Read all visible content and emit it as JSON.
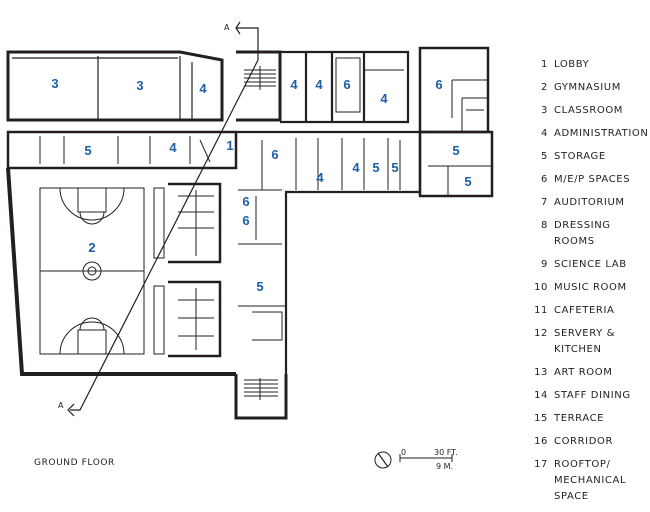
{
  "rooms": [
    {
      "id": "classroom-a",
      "label": "3"
    },
    {
      "id": "classroom-b",
      "label": "3"
    },
    {
      "id": "admin-west",
      "label": "4"
    },
    {
      "id": "admin-n1",
      "label": "4"
    },
    {
      "id": "admin-n2",
      "label": "4"
    },
    {
      "id": "mep-n",
      "label": "6"
    },
    {
      "id": "admin-n3",
      "label": "4"
    },
    {
      "id": "mep-ne",
      "label": "6"
    },
    {
      "id": "storage-w",
      "label": "5"
    },
    {
      "id": "admin-mid",
      "label": "4"
    },
    {
      "id": "lobby",
      "label": "1"
    },
    {
      "id": "mep-c",
      "label": "6"
    },
    {
      "id": "admin-c1",
      "label": "4"
    },
    {
      "id": "admin-c2",
      "label": "4"
    },
    {
      "id": "storage-c1",
      "label": "5"
    },
    {
      "id": "storage-c2",
      "label": "5"
    },
    {
      "id": "storage-e1",
      "label": "5"
    },
    {
      "id": "storage-e2",
      "label": "5"
    },
    {
      "id": "gymnasium",
      "label": "2"
    },
    {
      "id": "mep-s1",
      "label": "6"
    },
    {
      "id": "mep-s2",
      "label": "6"
    },
    {
      "id": "storage-s",
      "label": "5"
    }
  ],
  "legend": [
    {
      "num": "1",
      "text": "Lobby"
    },
    {
      "num": "2",
      "text": "Gymnasium"
    },
    {
      "num": "3",
      "text": "Classroom"
    },
    {
      "num": "4",
      "text": "Administration"
    },
    {
      "num": "5",
      "text": "Storage"
    },
    {
      "num": "6",
      "text": "M/E/P Spaces"
    },
    {
      "num": "7",
      "text": "Auditorium"
    },
    {
      "num": "8",
      "text": "Dressing Rooms"
    },
    {
      "num": "9",
      "text": "Science Lab"
    },
    {
      "num": "10",
      "text": "Music Room"
    },
    {
      "num": "11",
      "text": "Cafeteria"
    },
    {
      "num": "12",
      "text": "Servery & Kitchen"
    },
    {
      "num": "13",
      "text": "Art Room"
    },
    {
      "num": "14",
      "text": "Staff Dining"
    },
    {
      "num": "15",
      "text": "Terrace"
    },
    {
      "num": "16",
      "text": "Corridor"
    },
    {
      "num": "17",
      "text": "Rooftop/ Mechanical Space"
    }
  ],
  "section_marker": "A",
  "floor_label": "GROUND FLOOR",
  "scale": {
    "zero": "0",
    "feet": "30 FT.",
    "meters": "9 M."
  },
  "colors": {
    "label": "#1c5fa8",
    "line": "#231f20"
  }
}
